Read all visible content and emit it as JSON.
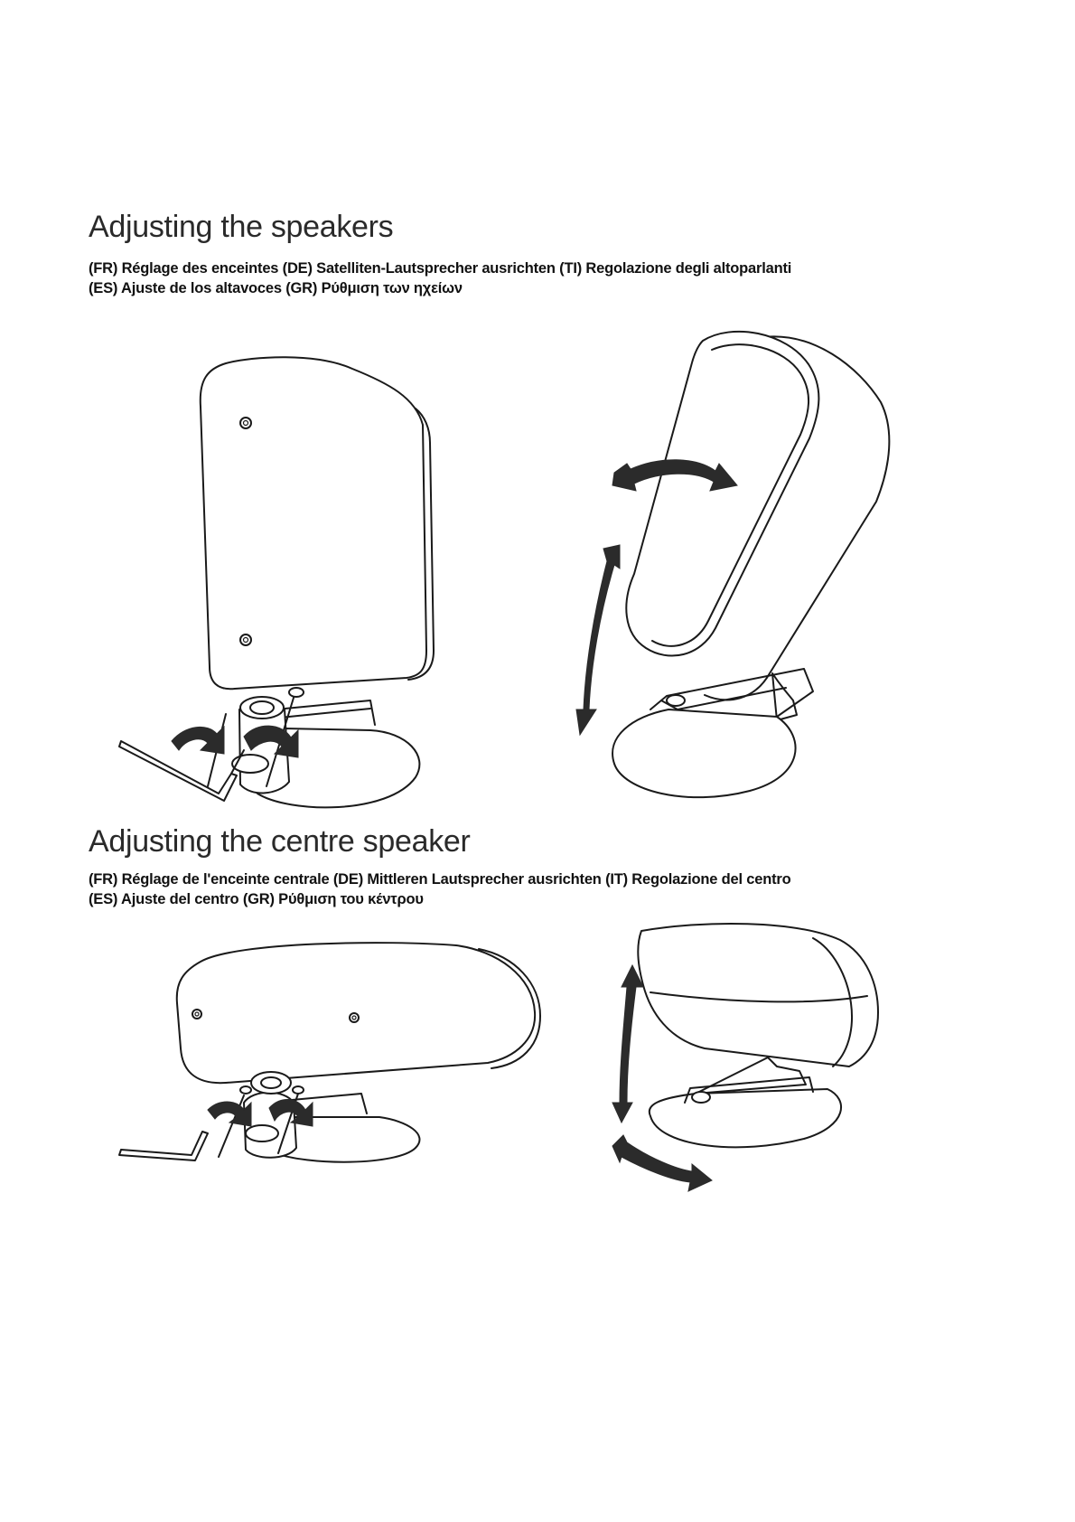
{
  "section1": {
    "title": "Adjusting the speakers",
    "line1": "(FR) Réglage des enceintes (DE) Satelliten-Lautsprecher ausrichten (TI) Regolazione degli altoparlanti",
    "line2": "(ES) Ajuste de los altavoces  (GR) Ρύθμιση των ηχείων"
  },
  "section2": {
    "title": "Adjusting the centre speaker",
    "line1": "(FR) Réglage de l'enceinte centrale (DE) Mittleren Lautsprecher ausrichten (IT) Regolazione del centro",
    "line2": "(ES) Ajuste del centro  (GR) Ρύθμιση του κέντρου"
  }
}
